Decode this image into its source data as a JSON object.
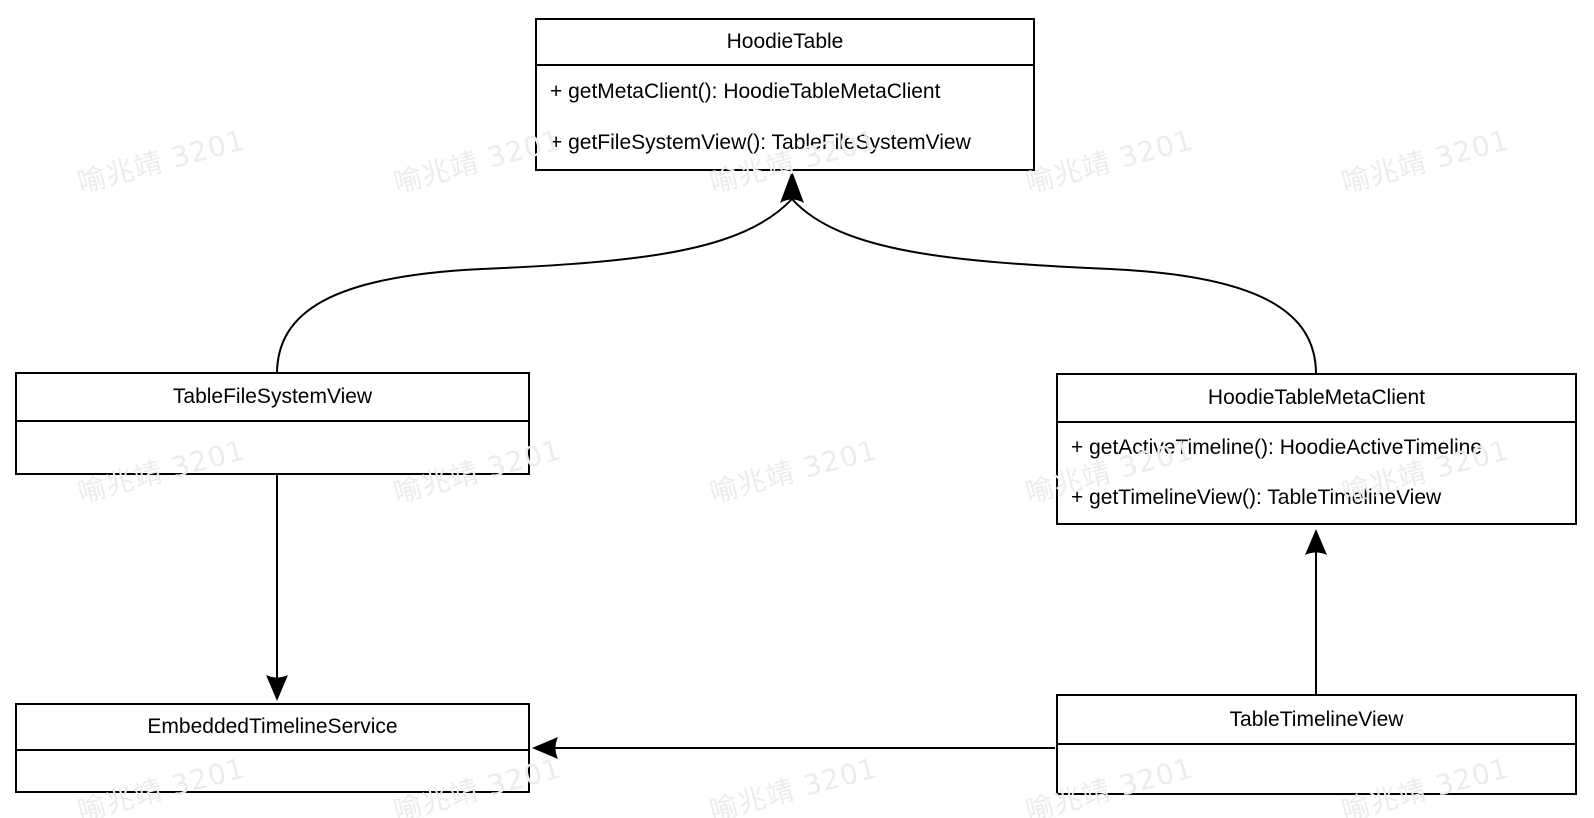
{
  "diagram": {
    "type": "uml-class-diagram",
    "classes": [
      {
        "name": "HoodieTable",
        "methods": [
          "+ getMetaClient(): HoodieTableMetaClient",
          "+ getFileSystemView(): TableFileSystemView"
        ]
      },
      {
        "name": "TableFileSystemView",
        "methods": []
      },
      {
        "name": "HoodieTableMetaClient",
        "methods": [
          "+ getActiveTimeline(): HoodieActiveTimeline",
          "+ getTimelineView(): TableTimelineView"
        ]
      },
      {
        "name": "EmbeddedTimelineService",
        "methods": []
      },
      {
        "name": "TableTimelineView",
        "methods": []
      }
    ],
    "relations": [
      {
        "from": "TableFileSystemView",
        "to": "HoodieTable",
        "style": "curved-arrow-up"
      },
      {
        "from": "HoodieTableMetaClient",
        "to": "HoodieTable",
        "style": "curved-arrow-up"
      },
      {
        "from": "TableFileSystemView",
        "to": "EmbeddedTimelineService",
        "style": "straight-arrow-down"
      },
      {
        "from": "TableTimelineView",
        "to": "HoodieTableMetaClient",
        "style": "straight-arrow-up"
      },
      {
        "from": "TableTimelineView",
        "to": "EmbeddedTimelineService",
        "style": "straight-arrow-left"
      }
    ]
  },
  "watermark": {
    "text": "喻兆靖 3201",
    "color": "#ececec"
  },
  "colors": {
    "background": "#ffffff",
    "box_fill": "#ffffff",
    "line": "#000000",
    "text": "#000000"
  }
}
